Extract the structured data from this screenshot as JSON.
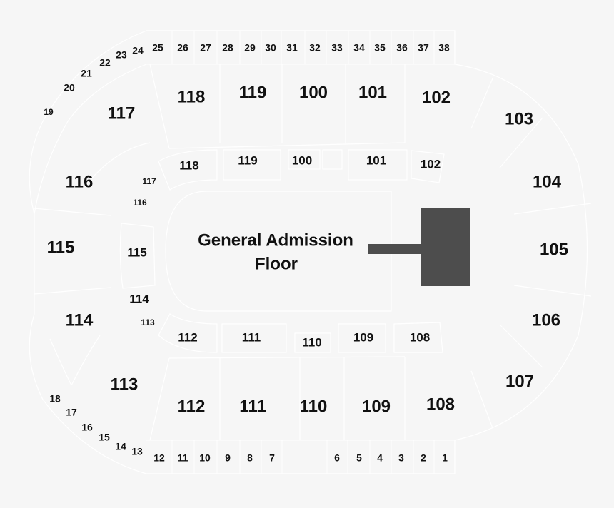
{
  "venue_map": {
    "floor": {
      "label_line1": "General Admission",
      "label_line2": "Floor"
    },
    "stage_color": "#4d4d4d",
    "background_color": "#f6f6f6",
    "lower_upper_ring": [
      {
        "id": "117",
        "label": "117"
      },
      {
        "id": "118",
        "label": "118"
      },
      {
        "id": "119",
        "label": "119"
      },
      {
        "id": "100",
        "label": "100"
      },
      {
        "id": "101",
        "label": "101"
      },
      {
        "id": "102",
        "label": "102"
      },
      {
        "id": "103",
        "label": "103"
      },
      {
        "id": "104",
        "label": "104"
      },
      {
        "id": "105",
        "label": "105"
      },
      {
        "id": "106",
        "label": "106"
      },
      {
        "id": "107",
        "label": "107"
      },
      {
        "id": "108",
        "label": "108"
      },
      {
        "id": "109",
        "label": "109"
      },
      {
        "id": "110",
        "label": "110"
      },
      {
        "id": "111",
        "label": "111"
      },
      {
        "id": "112",
        "label": "112"
      },
      {
        "id": "113",
        "label": "113"
      },
      {
        "id": "114",
        "label": "114"
      },
      {
        "id": "115",
        "label": "115"
      },
      {
        "id": "116",
        "label": "116"
      }
    ],
    "inner_ring": [
      {
        "id": "118i",
        "label": "118"
      },
      {
        "id": "119i",
        "label": "119"
      },
      {
        "id": "100i",
        "label": "100"
      },
      {
        "id": "101i",
        "label": "101"
      },
      {
        "id": "102i",
        "label": "102"
      },
      {
        "id": "117i",
        "label": "117"
      },
      {
        "id": "116i",
        "label": "116"
      },
      {
        "id": "115i",
        "label": "115"
      },
      {
        "id": "114i",
        "label": "114"
      },
      {
        "id": "113i",
        "label": "113"
      },
      {
        "id": "112i",
        "label": "112"
      },
      {
        "id": "111i",
        "label": "111"
      },
      {
        "id": "110i",
        "label": "110"
      },
      {
        "id": "109i",
        "label": "109"
      },
      {
        "id": "108i",
        "label": "108"
      }
    ],
    "suites_top": [
      "19",
      "20",
      "21",
      "22",
      "23",
      "24",
      "25",
      "26",
      "27",
      "28",
      "29",
      "30",
      "31",
      "32",
      "33",
      "34",
      "35",
      "36",
      "37",
      "38"
    ],
    "suites_bottom": [
      "18",
      "17",
      "16",
      "15",
      "14",
      "13",
      "12",
      "11",
      "10",
      "9",
      "8",
      "7",
      "6",
      "5",
      "4",
      "3",
      "2",
      "1"
    ]
  }
}
